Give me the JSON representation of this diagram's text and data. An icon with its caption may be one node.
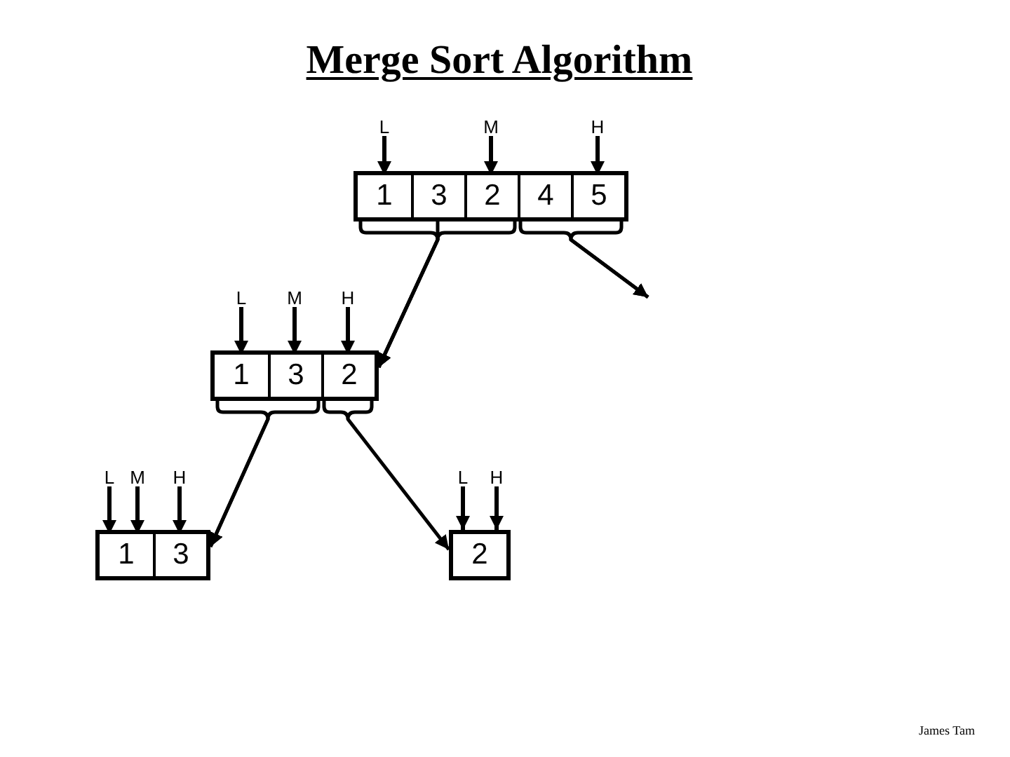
{
  "diagram": {
    "title": "Merge Sort Algorithm",
    "nodes": [
      {
        "text": [
          "L"
        ]
      },
      {
        "text": [
          "M"
        ]
      },
      {
        "text": [
          "H"
        ]
      },
      {
        "text": [],
        "shape": "box"
      },
      {
        "text": [
          "1"
        ],
        "in": 3
      },
      {
        "text": [
          "3"
        ],
        "in": 3
      },
      {
        "text": [
          "2"
        ],
        "in": 3
      },
      {
        "text": [
          "4"
        ],
        "in": 3
      },
      {
        "text": [
          "5"
        ],
        "in": 3
      },
      {
        "text": [
          "L"
        ]
      },
      {
        "text": [
          "M"
        ]
      },
      {
        "text": [
          "H"
        ]
      },
      {
        "text": [],
        "shape": "box"
      },
      {
        "text": [
          "1"
        ],
        "in": 12
      },
      {
        "text": [
          "3"
        ],
        "in": 12
      },
      {
        "text": [
          "2"
        ],
        "in": 12
      },
      {
        "text": [
          "L"
        ]
      },
      {
        "text": [
          "M"
        ]
      },
      {
        "text": [
          "H"
        ]
      },
      {
        "text": [
          "L"
        ]
      },
      {
        "text": [
          "H"
        ]
      },
      {
        "text": [],
        "shape": "box"
      },
      {
        "text": [
          "1"
        ],
        "in": 21
      },
      {
        "text": [
          "3"
        ],
        "in": 21
      },
      {
        "text": [
          "2"
        ]
      }
    ],
    "edges": [
      {
        "from": 0,
        "to": 4,
        "arrow": "to"
      },
      {
        "from": 1,
        "to": 6,
        "arrow": "to"
      },
      {
        "from": 2,
        "to": 8,
        "arrow": "to"
      },
      {
        "from": 4,
        "to": 12,
        "arrow": "to"
      },
      {
        "from": 5,
        "to": 12,
        "arrow": "to"
      },
      {
        "from": 6,
        "to": 12,
        "arrow": "to"
      },
      {
        "from": 7,
        "to": null,
        "arrow": "to"
      },
      {
        "from": 8,
        "to": null,
        "arrow": "to"
      },
      {
        "from": 9,
        "to": 13,
        "arrow": "to"
      },
      {
        "from": 10,
        "to": 14,
        "arrow": "to"
      },
      {
        "from": 11,
        "to": 15,
        "arrow": "to"
      },
      {
        "from": 13,
        "to": 21,
        "arrow": "to"
      },
      {
        "from": 14,
        "to": 21,
        "arrow": "to"
      },
      {
        "from": 15,
        "to": 24,
        "arrow": "to"
      },
      {
        "from": 16,
        "to": 22,
        "arrow": "to"
      },
      {
        "from": 17,
        "to": 22,
        "arrow": "to"
      },
      {
        "from": 18,
        "to": 23,
        "arrow": "to"
      },
      {
        "from": 19,
        "to": 24,
        "arrow": "to"
      },
      {
        "from": 20,
        "to": 24,
        "arrow": "to"
      }
    ],
    "labels": [
      "James Tam"
    ]
  }
}
